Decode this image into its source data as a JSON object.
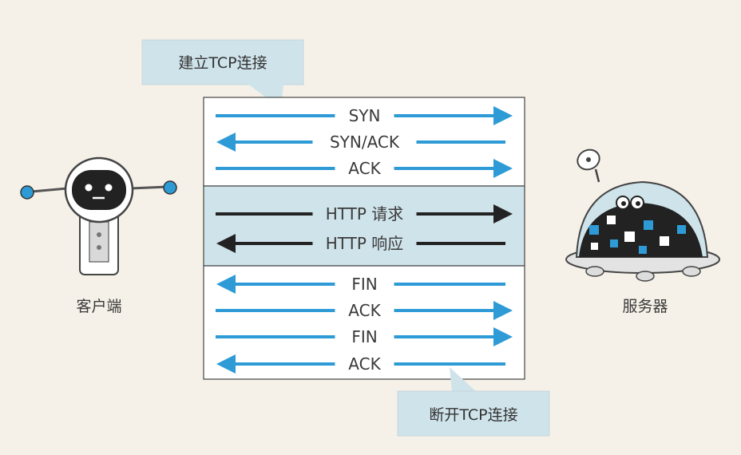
{
  "top_callout": "建立TCP连接",
  "bottom_callout": "断开TCP连接",
  "client_label": "客户端",
  "server_label": "服务器",
  "colors": {
    "blue_arrow": "#2e9bd6",
    "dark_arrow": "#222222",
    "box_fill_top": "#ffffff",
    "box_fill_mid": "#cfe3ea",
    "callout_fill": "#cfe3ea"
  },
  "handshake": [
    {
      "label": "SYN",
      "direction": "right"
    },
    {
      "label": "SYN/ACK",
      "direction": "left"
    },
    {
      "label": "ACK",
      "direction": "right"
    }
  ],
  "http": [
    {
      "label": "HTTP 请求",
      "direction": "right"
    },
    {
      "label": "HTTP 响应",
      "direction": "left"
    }
  ],
  "teardown": [
    {
      "label": "FIN",
      "direction": "left"
    },
    {
      "label": "ACK",
      "direction": "right"
    },
    {
      "label": "FIN",
      "direction": "right"
    },
    {
      "label": "ACK",
      "direction": "left"
    }
  ]
}
